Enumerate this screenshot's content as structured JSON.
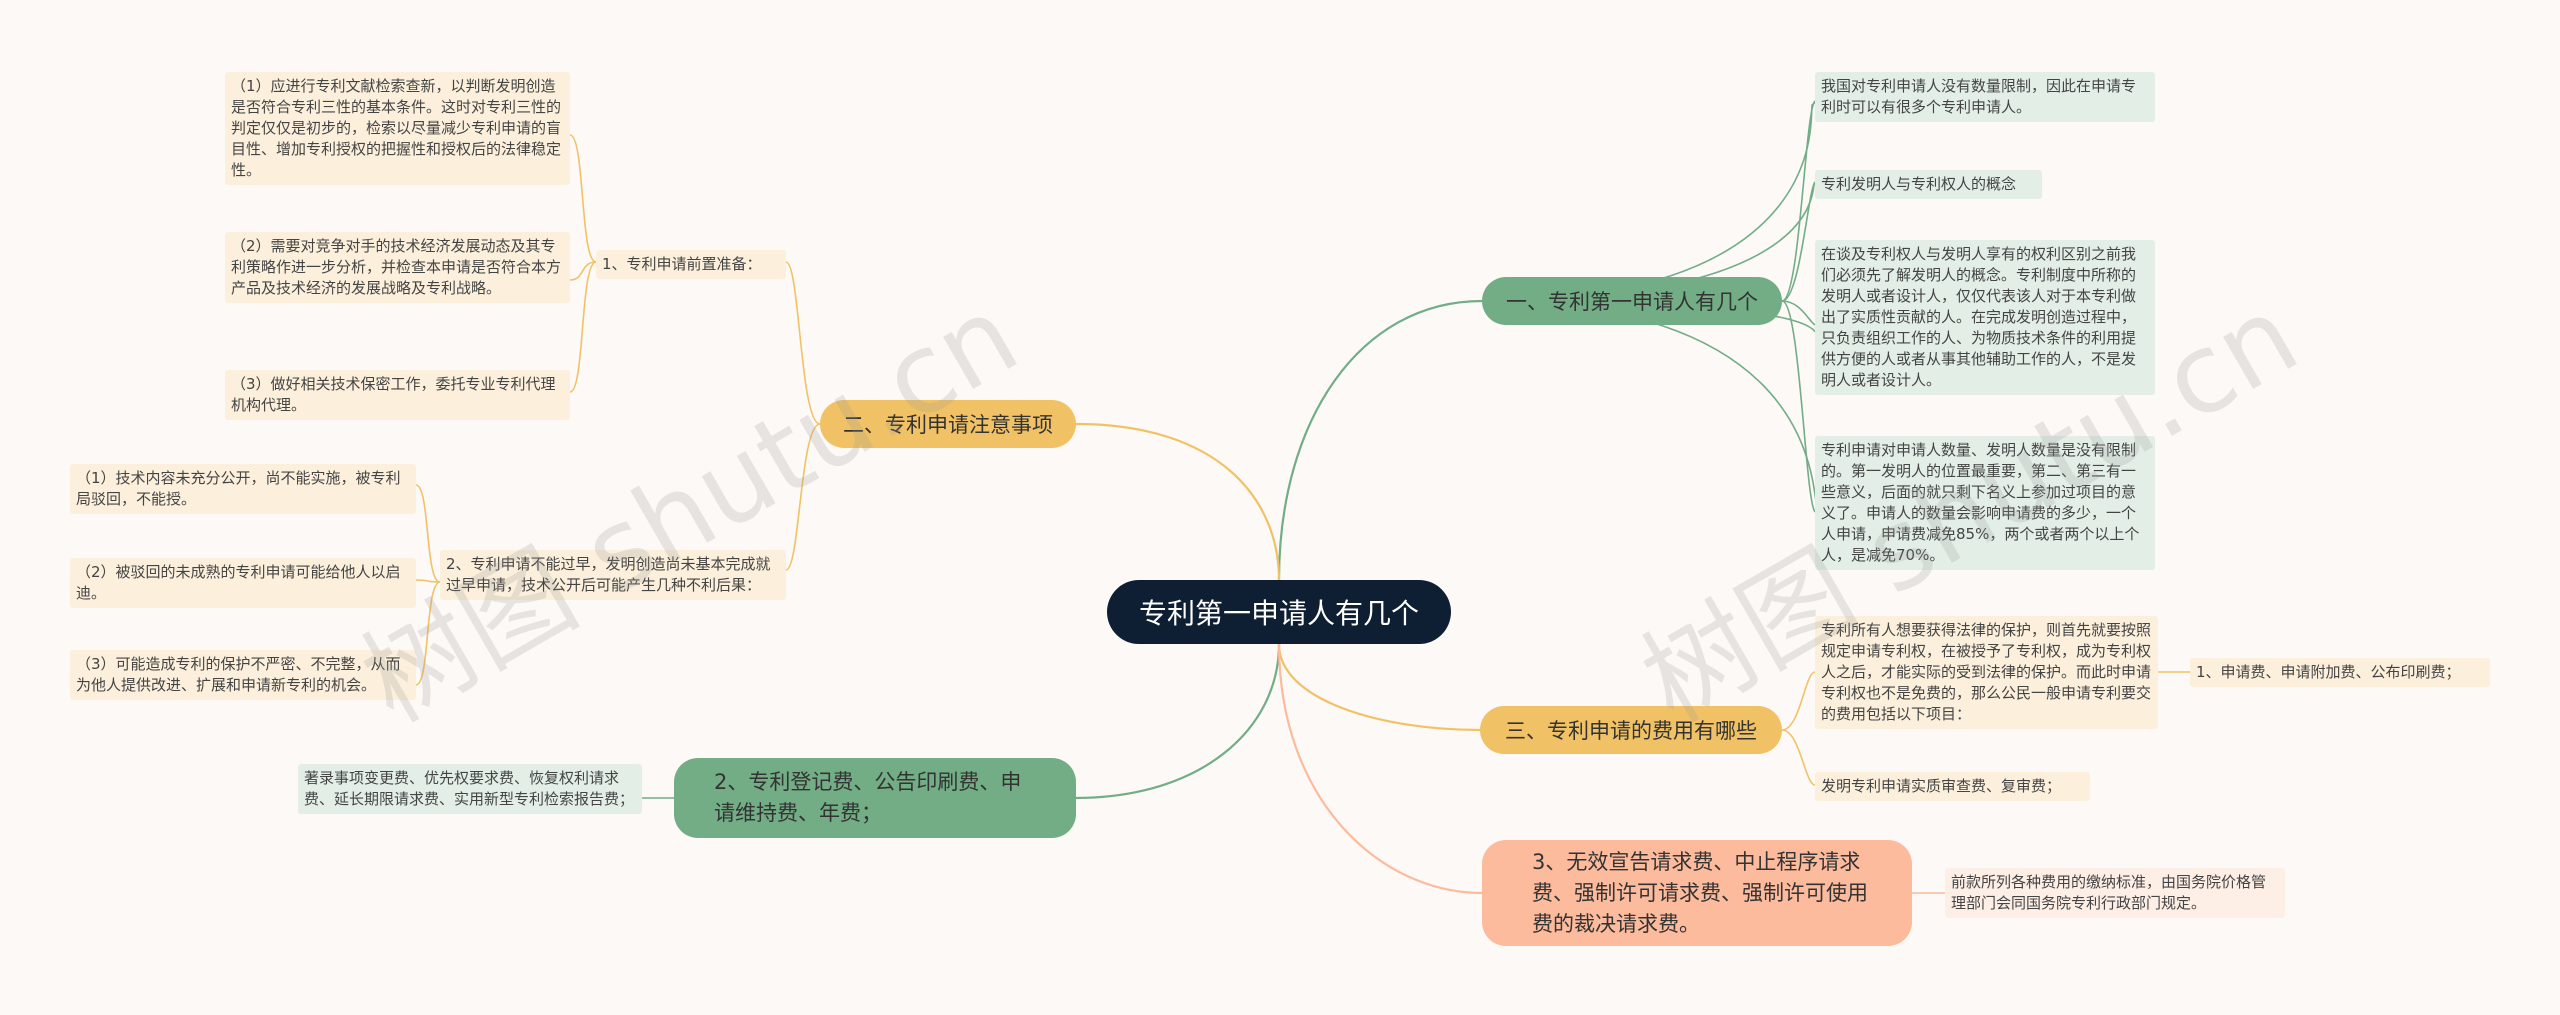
{
  "root": "专利第一申请人有几个",
  "branches": {
    "b1": "一、专利第一申请人有几个",
    "b2": "二、专利申请注意事项",
    "b3": "三、专利申请的费用有哪些",
    "b4": "2、专利登记费、公告印刷费、申请维持费、年费；",
    "b5": "3、无效宣告请求费、中止程序请求费、强制许可请求费、强制许可使用费的裁决请求费。"
  },
  "b1_leaves": [
    "我国对专利申请人没有数量限制，因此在申请专利时可以有很多个专利申请人。",
    "专利发明人与专利权人的概念",
    "在谈及专利权人与发明人享有的权利区别之前我们必须先了解发明人的概念。专利制度中所称的发明人或者设计人，仅仅代表该人对于本专利做出了实质性贡献的人。在完成发明创造过程中，只负责组织工作的人、为物质技术条件的利用提供方便的人或者从事其他辅助工作的人，不是发明人或者设计人。",
    "专利申请对申请人数量、发明人数量是没有限制的。第一发明人的位置最重要，第二、第三有一些意义，后面的就只剩下名义上参加过项目的意义了。申请人的数量会影响申请费的多少，一个人申请，申请费减免85%，两个或者两个以上个人，是减免70%。"
  ],
  "b2_sub1": "1、专利申请前置准备：",
  "b2_sub1_leaves": [
    "（1）应进行专利文献检索查新，以判断发明创造是否符合专利三性的基本条件。这时对专利三性的判定仅仅是初步的，检索以尽量减少专利申请的盲目性、增加专利授权的把握性和授权后的法律稳定性。",
    "（2）需要对竞争对手的技术经济发展动态及其专利策略作进一步分析，并检查本申请是否符合本方产品及技术经济的发展战略及专利战略。",
    "（3）做好相关技术保密工作，委托专业专利代理机构代理。"
  ],
  "b2_sub2": "2、专利申请不能过早，发明创造尚未基本完成就过早申请，技术公开后可能产生几种不利后果：",
  "b2_sub2_leaves": [
    "（1）技术内容未充分公开，尚不能实施，被专利局驳回，不能授。",
    "（2）被驳回的未成熟的专利申请可能给他人以启迪。",
    "（3）可能造成专利的保护不严密、不完整，从而为他人提供改进、扩展和申请新专利的机会。"
  ],
  "b3_leaves": [
    "专利所有人想要获得法律的保护，则首先就要按照规定申请专利权，在被授予了专利权，成为专利权人之后，才能实际的受到法律的保护。而此时申请专利权也不是免费的，那么公民一般申请专利要交的费用包括以下项目：",
    "发明专利申请实质审查费、复审费；"
  ],
  "b3_sub": "1、申请费、申请附加费、公布印刷费；",
  "b4_leaf": "著录事项变更费、优先权要求费、恢复权利请求费、延长期限请求费、实用新型专利检索报告费；",
  "b5_leaf": "前款所列各种费用的缴纳标准，由国务院价格管理部门会同国务院专利行政部门规定。",
  "watermark": "树图 shutu.cn",
  "colors": {
    "green": "#72ad86",
    "yellow": "#f1c265",
    "salmon": "#fcbb9c",
    "root": "#0e1f33"
  }
}
